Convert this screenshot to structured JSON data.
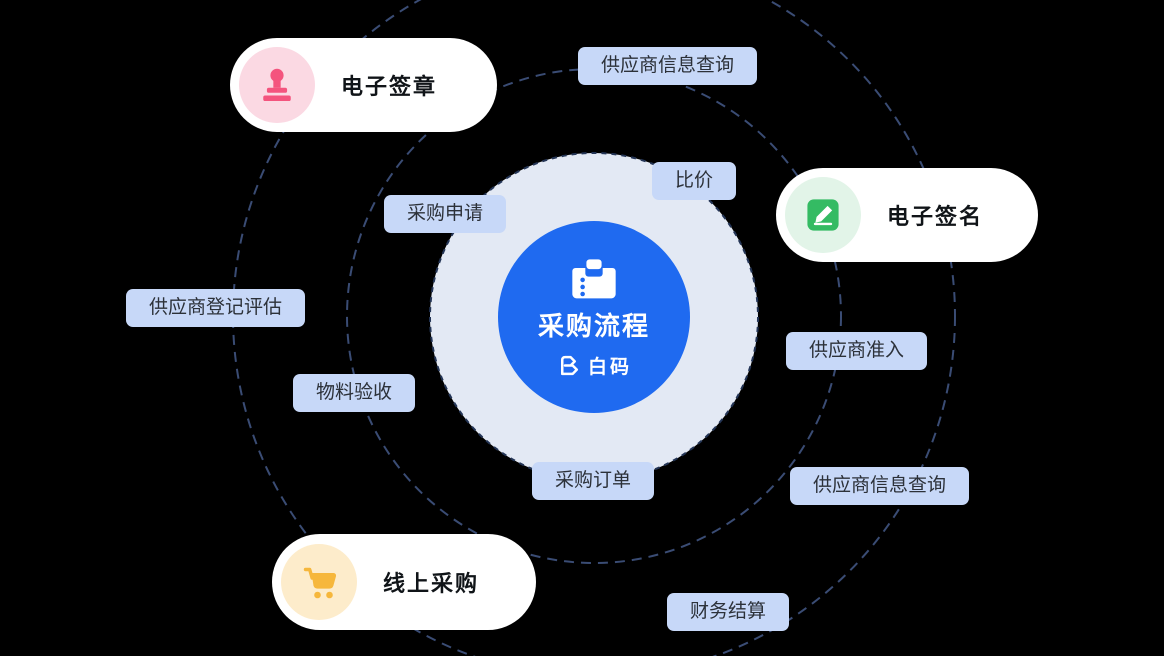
{
  "page": {
    "background": "#000000"
  },
  "hub": {
    "title": "采购流程",
    "logo_text": "白码",
    "icon": "clipboard-icon",
    "circle_color": "#1f6af0",
    "halo_color": "#e3e9f4"
  },
  "orbit_labels": [
    {
      "text": "供应商信息查询"
    },
    {
      "text": "比价"
    },
    {
      "text": "采购申请"
    },
    {
      "text": "供应商登记评估"
    },
    {
      "text": "物料验收"
    },
    {
      "text": "采购订单"
    },
    {
      "text": "供应商准入"
    },
    {
      "text": "供应商信息查询"
    },
    {
      "text": "财务结算"
    }
  ],
  "feature_cards": [
    {
      "title": "电子签章",
      "icon": "stamp-icon",
      "icon_color": "#f4547e",
      "icon_bg": "#fbd9e3"
    },
    {
      "title": "电子签名",
      "icon": "signature-pen-icon",
      "icon_color": "#34bb63",
      "icon_bg": "#e2f4e8"
    },
    {
      "title": "线上采购",
      "icon": "shopping-cart-icon",
      "icon_color": "#f6b73c",
      "icon_bg": "#fdeccb"
    }
  ],
  "styles": {
    "label_bg": "#c7d8f8",
    "label_text": "#2c3139",
    "orbit_line_color": "#3a4c74",
    "halo_border_color": "#243556"
  }
}
